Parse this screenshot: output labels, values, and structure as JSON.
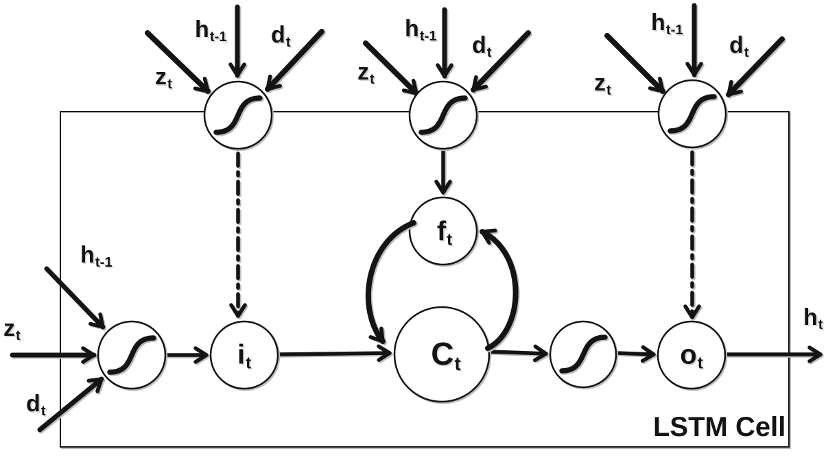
{
  "diagram": {
    "title": "LSTM Cell",
    "output_label": {
      "base": "h",
      "sub": "t"
    },
    "input_groups": [
      {
        "id": "top-left",
        "z": {
          "base": "z",
          "sub": "t"
        },
        "h": {
          "base": "h",
          "sub": "t-1"
        },
        "d": {
          "base": "d",
          "sub": "t"
        }
      },
      {
        "id": "top-middle",
        "z": {
          "base": "z",
          "sub": "t"
        },
        "h": {
          "base": "h",
          "sub": "t-1"
        },
        "d": {
          "base": "d",
          "sub": "t"
        }
      },
      {
        "id": "top-right",
        "z": {
          "base": "z",
          "sub": "t"
        },
        "h": {
          "base": "h",
          "sub": "t-1"
        },
        "d": {
          "base": "d",
          "sub": "t"
        }
      },
      {
        "id": "left",
        "z": {
          "base": "z",
          "sub": "t"
        },
        "h": {
          "base": "h",
          "sub": "t-1"
        },
        "d": {
          "base": "d",
          "sub": "t"
        }
      }
    ],
    "nodes": {
      "input_gate": {
        "base": "i",
        "sub": "t"
      },
      "forget_gate": {
        "base": "f",
        "sub": "t"
      },
      "cell_state": {
        "base": "C",
        "sub": "t"
      },
      "output_gate": {
        "base": "o",
        "sub": "t"
      }
    },
    "colors": {
      "line": "#141414",
      "shadow": "#bdbdbd",
      "background": "#ffffff"
    }
  }
}
